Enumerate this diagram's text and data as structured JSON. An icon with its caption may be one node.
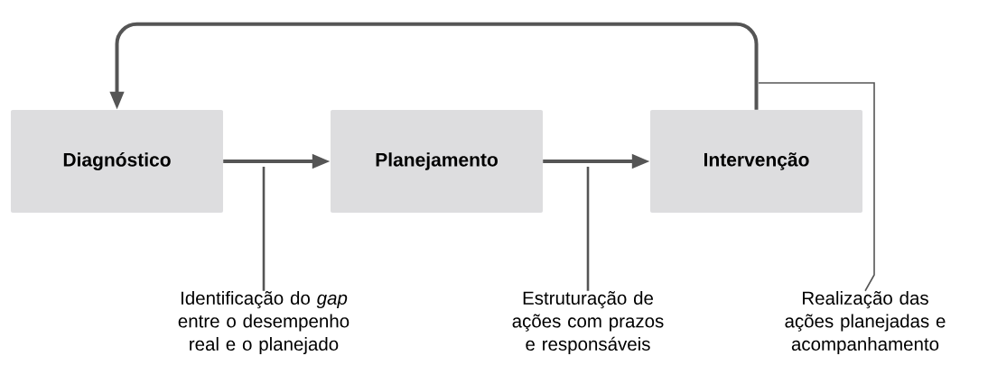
{
  "diagram": {
    "nodes": [
      {
        "text": [
          "Diagnóstico"
        ]
      },
      {
        "text": [
          "Planejamento"
        ]
      },
      {
        "text": [
          "Intervenção"
        ]
      },
      {
        "text": [
          "Identificação do *gap* entre o desempenho real e o planejado"
        ]
      },
      {
        "text": [
          "Estruturação de ações com prazos e responsáveis"
        ]
      },
      {
        "text": [
          "Realização das ações planejadas e acompanhamento"
        ]
      }
    ],
    "edges": [
      {
        "from": 0,
        "to": 1,
        "arrow": "to"
      },
      {
        "from": 1,
        "to": 2,
        "arrow": "to"
      },
      {
        "from": 2,
        "to": 0,
        "arrow": "to"
      },
      {
        "from": 3,
        "to": null,
        "arrow": "none"
      },
      {
        "from": 4,
        "to": null,
        "arrow": "none"
      },
      {
        "from": 5,
        "to": null,
        "arrow": "none"
      }
    ]
  }
}
